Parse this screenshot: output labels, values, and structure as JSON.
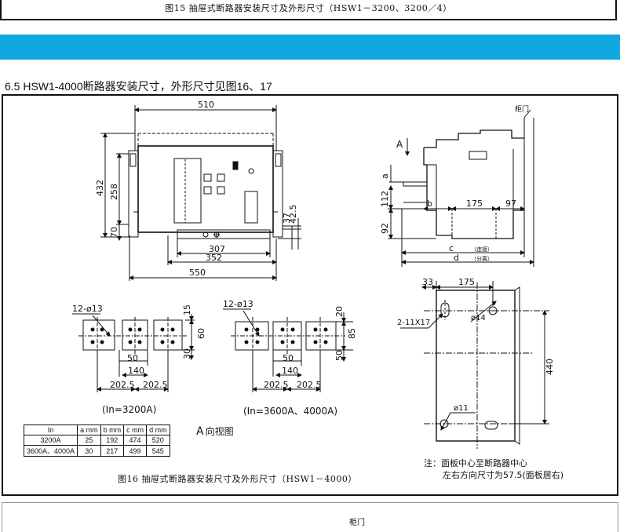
{
  "top_caption": "图15 抽屉式断路器安装尺寸及外形尺寸（HSW1－3200、3200／4）",
  "section_heading": "6.5 HSW1-4000断路器安装尺寸，外形尺寸见图16、17",
  "front_view": {
    "dims": [
      "510",
      "432",
      "258",
      "70",
      "37",
      "42.5",
      "307",
      "352",
      "550"
    ]
  },
  "side_view": {
    "cabinet_door": "柜门",
    "arrow_label": "A",
    "dims": [
      "a",
      "112",
      "92",
      "b",
      "175",
      "97",
      "c",
      "d"
    ],
    "c_note": "（连接）",
    "d_note": "（分离）"
  },
  "hole_pattern_3200": {
    "holes": "12-ø13",
    "dims": [
      "15",
      "60",
      "30",
      "50",
      "140",
      "202.5",
      "202.5"
    ],
    "label": "(In=3200A)"
  },
  "hole_pattern_4000": {
    "holes": "12-ø13",
    "dims": [
      "20",
      "85",
      "50",
      "50",
      "140",
      "202.5",
      "202.5"
    ],
    "label": "(In=3600A、4000A)"
  },
  "panel_view": {
    "dims": [
      "33",
      "175",
      "2-11X17",
      "ø14",
      "440",
      "ø11"
    ]
  },
  "table": {
    "headers": [
      "In",
      "a mm",
      "b mm",
      "c mm",
      "d mm"
    ],
    "rows": [
      [
        "3200A",
        "25",
        "192",
        "474",
        "520"
      ],
      [
        "3600A、4000A",
        "30",
        "217",
        "499",
        "545"
      ]
    ]
  },
  "view_label": {
    "letter": "A",
    "text": "向视图"
  },
  "note": {
    "line1": "注：面板中心至断路器中心",
    "line2": "左右方向尺寸为57.5(面板居右)"
  },
  "figure_caption": "图16 抽屉式断路器安装尺寸及外形尺寸（HSW1－4000）",
  "next_cabinet_door": "柜门"
}
